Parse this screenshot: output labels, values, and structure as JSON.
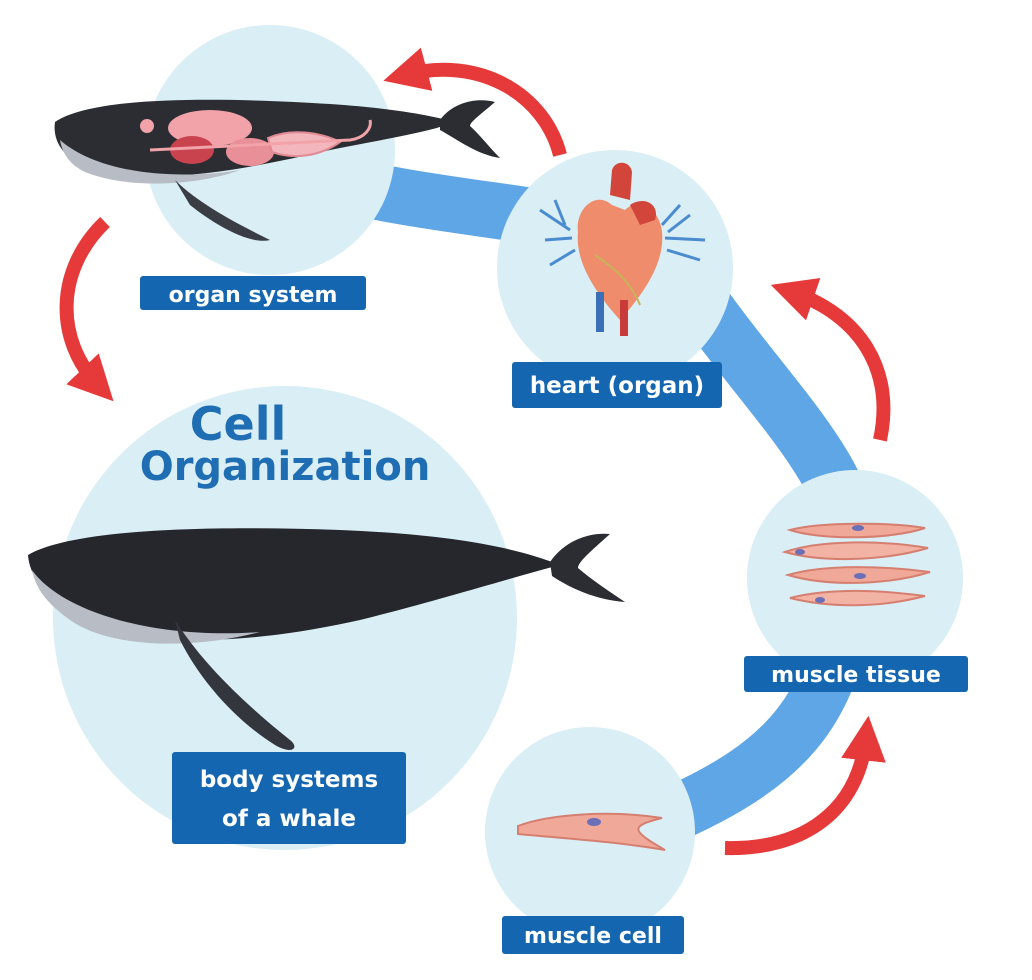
{
  "title": {
    "line1": "Cell",
    "line2": "Organization"
  },
  "stages": {
    "organ_system": {
      "label": "organ system",
      "icon": "whale-organs-icon"
    },
    "heart": {
      "label": "heart (organ)",
      "icon": "heart-icon"
    },
    "muscle_tissue": {
      "label": "muscle tissue",
      "icon": "muscle-tissue-icon"
    },
    "muscle_cell": {
      "label": "muscle cell",
      "icon": "muscle-cell-icon"
    },
    "body_systems": {
      "label_line1": "body systems",
      "label_line2": "of a whale",
      "icon": "whale-icon"
    }
  },
  "colors": {
    "circle_fill": "#d9eef5",
    "band": "#5ea6e6",
    "label_bg": "#1566b1",
    "arrow": "#e63a3a",
    "title": "#1f6db3"
  }
}
